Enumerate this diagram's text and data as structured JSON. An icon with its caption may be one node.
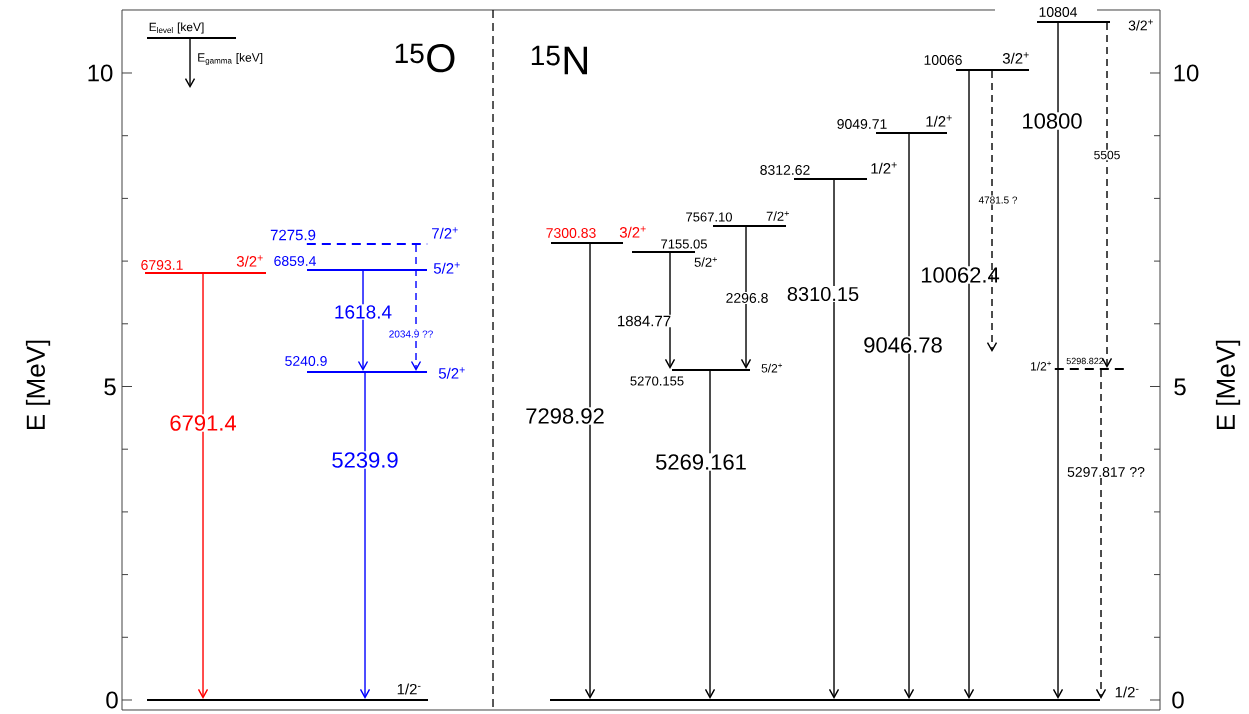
{
  "diagram": {
    "nodes": [
      {
        "text": [
          "1/2$^{-}$"
        ]
      },
      {
        "text": [
          "6793.1",
          "3/2$^{+}$"
        ]
      },
      {
        "text": [
          "7275.9",
          "7/2$^{+}$"
        ]
      },
      {
        "text": [
          "6859.4",
          "5/2$^{+}$"
        ]
      },
      {
        "text": [
          "5240.9",
          "5/2$^{+}$"
        ]
      },
      {
        "text": [
          "1/2$^{-}$"
        ]
      },
      {
        "text": [
          "7300.83",
          "3/2$^{+}$"
        ]
      },
      {
        "text": [
          "7155.05",
          "5/2$^{+}$"
        ]
      },
      {
        "text": [
          "7567.10",
          "7/2$^{+}$"
        ]
      },
      {
        "text": [
          "5270.155",
          "5/2$^{+}$"
        ]
      },
      {
        "text": [
          "8312.62",
          "1/2$^{+}$"
        ]
      },
      {
        "text": [
          "9049.71",
          "1/2$^{+}$"
        ]
      },
      {
        "text": [
          "10066",
          "3/2$^{+}$"
        ]
      },
      {
        "text": [
          "10804",
          "3/2$^{+}$"
        ]
      },
      {
        "text": [
          "1/2$^{+}$",
          "5298.822"
        ]
      },
      {
        "text": [
          "E$_{level}$ [keV]"
        ]
      }
    ],
    "edges": [
      {
        "from": 1,
        "to": 0,
        "arrow": "to",
        "label": "6791.4",
        "color": "#ff0000"
      },
      {
        "from": 3,
        "to": 4,
        "arrow": "to",
        "label": "1618.4",
        "color": "#0000ff"
      },
      {
        "from": 2,
        "to": 4,
        "arrow": "to",
        "label": "2034.9 ??",
        "style": "dashed",
        "color": "#0000ff"
      },
      {
        "from": 4,
        "to": 0,
        "arrow": "to",
        "label": "5239.9",
        "color": "#0000ff"
      },
      {
        "from": 6,
        "to": 5,
        "arrow": "to",
        "label": "7298.92"
      },
      {
        "from": 7,
        "to": 9,
        "arrow": "to",
        "label": "1884.77"
      },
      {
        "from": 8,
        "to": 9,
        "arrow": "to",
        "label": "2296.8"
      },
      {
        "from": 9,
        "to": 5,
        "arrow": "to",
        "label": "5269.161"
      },
      {
        "from": 10,
        "to": 5,
        "arrow": "to",
        "label": "8310.15"
      },
      {
        "from": 11,
        "to": 5,
        "arrow": "to",
        "label": "9046.78"
      },
      {
        "from": 12,
        "to": 5,
        "arrow": "to",
        "label": "10062.4"
      },
      {
        "from": 12,
        "to": null,
        "arrow": "to",
        "label": "4781.5  ?",
        "style": "dashed"
      },
      {
        "from": 13,
        "to": 5,
        "arrow": "to",
        "label": "10800"
      },
      {
        "from": 13,
        "to": 14,
        "arrow": "to",
        "label": "5505",
        "style": "dashed"
      },
      {
        "from": 14,
        "to": 5,
        "arrow": "to",
        "label": "5297.817 ??",
        "style": "dashed"
      },
      {
        "from": 15,
        "to": null,
        "arrow": "to",
        "label": "E$_{gamma}$ [keV]"
      }
    ],
    "labels": [
      "$^{15}$O",
      "$^{15}$N",
      "10",
      "5",
      "0",
      "E  [MeV]",
      "10",
      "5",
      "0",
      "E  [MeV]"
    ]
  }
}
